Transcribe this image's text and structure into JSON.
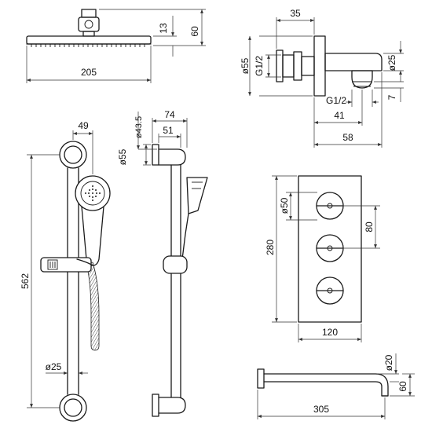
{
  "shower_head": {
    "width": "205",
    "plate_height": "13",
    "overall_height": "60"
  },
  "wall_outlet": {
    "flange_depth": "35",
    "flange_diameter": "ø55",
    "inlet_thread": "G1/2",
    "nozzle_diameter": "ø25",
    "outlet_thread": "G1/2",
    "outlet_offset": "7",
    "body_length": "41",
    "overall_length": "58"
  },
  "slide_rail_front": {
    "handset_offset": "49",
    "rail_length": "562",
    "rail_diameter": "ø25"
  },
  "slide_rail_side": {
    "bracket_depth": "74",
    "bracket_diameter": "ø43.5",
    "inner_depth": "51",
    "bracket_face_diameter": "ø55"
  },
  "thermostatic_valve": {
    "handle_diameter": "ø50",
    "plate_height": "280",
    "handle_spacing": "80",
    "plate_width": "120"
  },
  "bath_spout": {
    "pipe_diameter": "ø20",
    "drop_height": "60",
    "projection": "305"
  }
}
